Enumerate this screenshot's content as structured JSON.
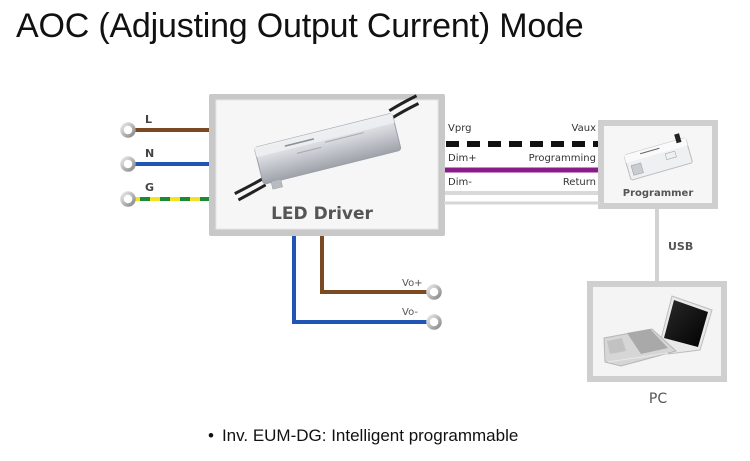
{
  "title": "AOC (Adjusting Output Current) Mode",
  "input_terminals": [
    {
      "label": "L",
      "wire_color": "#7a4a22"
    },
    {
      "label": "N",
      "wire_color": "#1f56b4"
    },
    {
      "label": "G",
      "wire_colors": [
        "#f2e229",
        "#1e8a35"
      ]
    }
  ],
  "driver": {
    "label": "LED Driver",
    "image": "led-driver-module"
  },
  "signal_lines": [
    {
      "left_label": "Vprg",
      "right_label": "Vaux",
      "style": "dashed",
      "colors": [
        "#111111",
        "#ffffff"
      ]
    },
    {
      "left_label": "Dim+",
      "right_label": "Programming",
      "style": "solid",
      "color": "#8b1a8b"
    },
    {
      "left_label": "Dim-",
      "right_label": "Return",
      "style": "solid",
      "color": "#d9d9d9"
    }
  ],
  "programmer": {
    "label": "Programmer",
    "image": "programmer-device"
  },
  "connection": {
    "label": "USB"
  },
  "pc": {
    "label": "PC",
    "image": "laptop"
  },
  "outputs": [
    {
      "label": "Vo+",
      "wire_color": "#7a4a22"
    },
    {
      "label": "Vo-",
      "wire_color": "#1f56b4"
    }
  ],
  "bullets": [
    "Inv. EUM-DG: Intelligent programmable"
  ],
  "colors": {
    "frame": "#c8c8c8",
    "frame_inner": "#f4f4f4",
    "connector": "#d2d2d2"
  }
}
